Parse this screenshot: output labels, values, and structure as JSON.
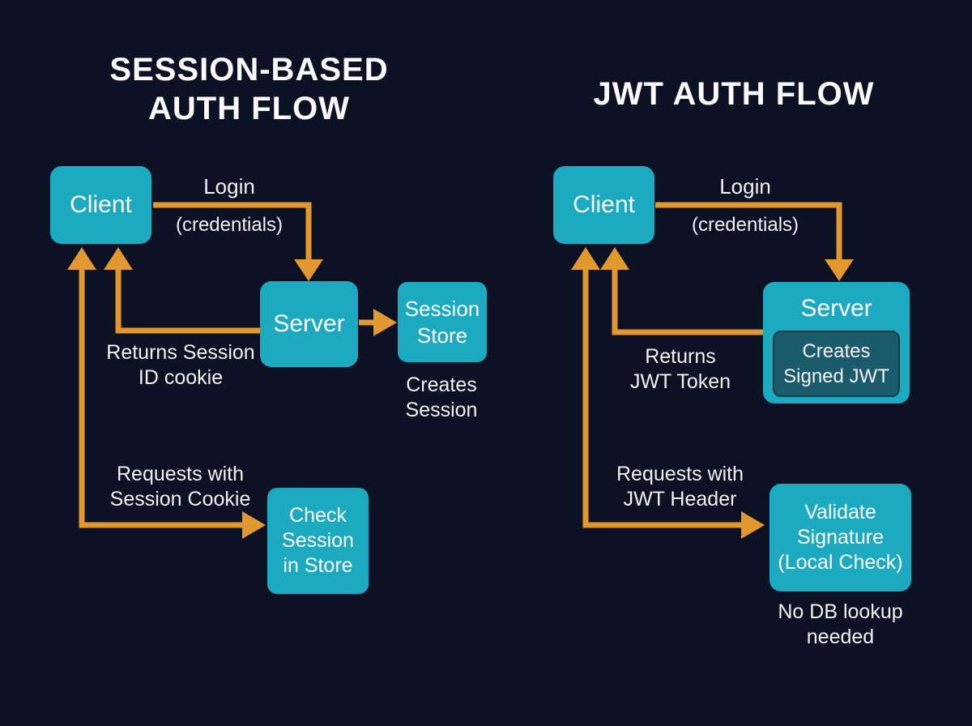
{
  "left": {
    "title": "SESSION-BASED\nAUTH FLOW",
    "nodes": {
      "client": "Client",
      "server": "Server",
      "session_store": "Session\nStore",
      "check_session": "Check\nSession\nin Store"
    },
    "labels": {
      "login": "Login",
      "credentials": "(credentials)",
      "returns": "Returns Session\nID cookie",
      "creates_session": "Creates\nSession",
      "requests": "Requests with\nSession Cookie"
    }
  },
  "right": {
    "title": "JWT AUTH FLOW",
    "nodes": {
      "client": "Client",
      "server": "Server",
      "creates_signed_jwt": "Creates\nSigned JWT",
      "validate": "Validate\nSignature\n(Local Check)"
    },
    "labels": {
      "login": "Login",
      "credentials": "(credentials)",
      "returns": "Returns\nJWT Token",
      "requests": "Requests with\nJWT Header",
      "no_db": "No DB lookup\nneeded"
    }
  },
  "colors": {
    "background": "#0d1124",
    "node_fill": "#1caac1",
    "node_inner_fill": "#1b5b6b",
    "node_inner_border": "#113d49",
    "arrow": "#e0982f",
    "text": "#f1f1f3"
  }
}
